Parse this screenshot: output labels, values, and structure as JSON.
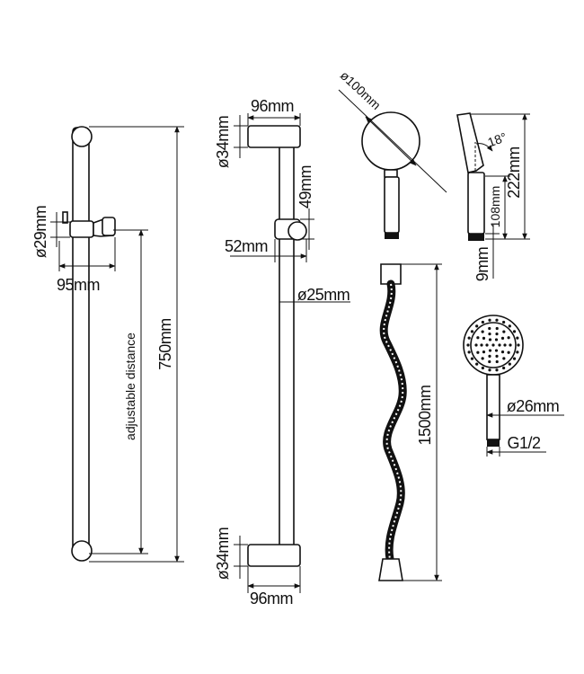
{
  "labels": {
    "rail_length": "750mm",
    "adjustable": "adjustable distance",
    "holder_dia": "ø29mm",
    "holder_depth": "95mm",
    "top_width": "96mm",
    "bottom_width": "96mm",
    "top_bracket_h": "ø34mm",
    "bottom_bracket_h": "ø34mm",
    "slider_height": "49mm",
    "slider_depth": "52mm",
    "rail_dia": "ø25mm",
    "head_dia": "ø100mm",
    "head_angle": "18°",
    "handset_length": "222mm",
    "handle_length": "108mm",
    "nut_length": "9mm",
    "hose_length": "1500mm",
    "handle_dia": "ø26mm",
    "thread": "G1/2"
  },
  "colors": {
    "line": "#111111",
    "background": "#ffffff"
  }
}
